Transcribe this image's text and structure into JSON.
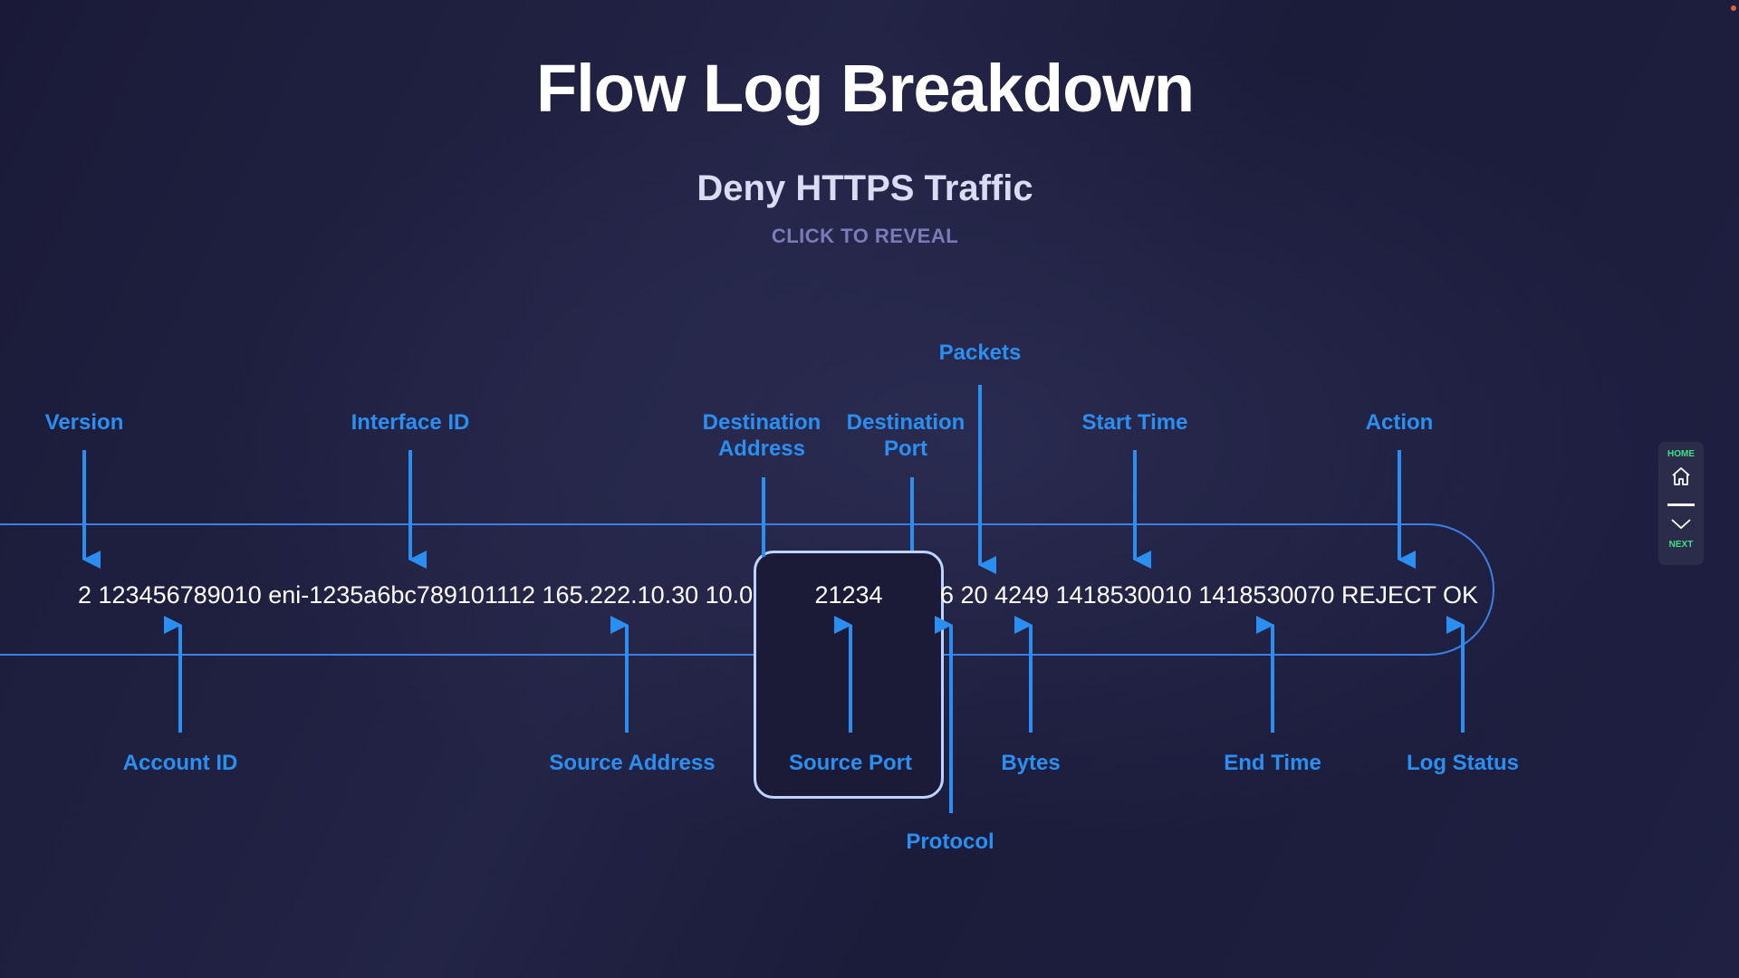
{
  "slide": {
    "title": "Flow Log Breakdown",
    "subtitle": "Deny HTTPS Traffic",
    "reveal_label": "CLICK TO REVEAL"
  },
  "record": {
    "left_text": "2 123456789010 eni-1235a6bc789101112 165.222.10.30 10.0",
    "highlight_value": "21234",
    "right_text": "6 20 4249 1418530010 1418530070 REJECT OK"
  },
  "labels": {
    "version": "Version",
    "interface_id": "Interface ID",
    "destination_address": "Destination Address",
    "destination_port": "Destination Port",
    "packets": "Packets",
    "start_time": "Start Time",
    "action": "Action",
    "account_id": "Account ID",
    "source_address": "Source Address",
    "source_port": "Source Port",
    "protocol": "Protocol",
    "bytes": "Bytes",
    "end_time": "End Time",
    "log_status": "Log Status"
  },
  "nav": {
    "home_label": "HOME",
    "next_label": "NEXT"
  },
  "colors": {
    "background": "#1c1c3a",
    "accent": "#2a8ff0",
    "band_line": "#3d7fe6",
    "nav_text": "#3ee08a",
    "highlight_border": "#bcd4ff"
  }
}
